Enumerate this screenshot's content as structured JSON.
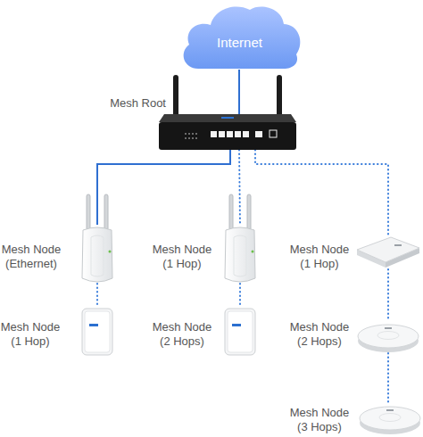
{
  "diagram": {
    "nodes": [
      {
        "text": [
          "Internet"
        ]
      },
      {
        "text": [
          "Mesh Root"
        ]
      },
      {
        "text": [
          "Mesh Node (Ethernet)"
        ]
      },
      {
        "text": [
          "Mesh Node (1 Hop)"
        ]
      },
      {
        "text": [
          "Mesh Node (1 Hop)"
        ]
      },
      {
        "text": [
          "Mesh Node (1 Hop)"
        ]
      },
      {
        "text": [
          "Mesh Node (2 Hops)"
        ]
      },
      {
        "text": [
          "Mesh Node (2 Hops)"
        ]
      },
      {
        "text": [
          "Mesh Node (3 Hops)"
        ]
      }
    ],
    "edges": [
      {
        "from": 0,
        "to": 1,
        "arrow": "none"
      },
      {
        "from": 1,
        "to": 2,
        "arrow": "none"
      },
      {
        "from": 1,
        "to": 3,
        "arrow": "none"
      },
      {
        "from": 1,
        "to": 4,
        "arrow": "none"
      },
      {
        "from": 2,
        "to": 5,
        "arrow": "none"
      },
      {
        "from": 3,
        "to": 6,
        "arrow": "none"
      },
      {
        "from": 4,
        "to": 7,
        "arrow": "none"
      },
      {
        "from": 7,
        "to": 8,
        "arrow": "none"
      }
    ]
  }
}
